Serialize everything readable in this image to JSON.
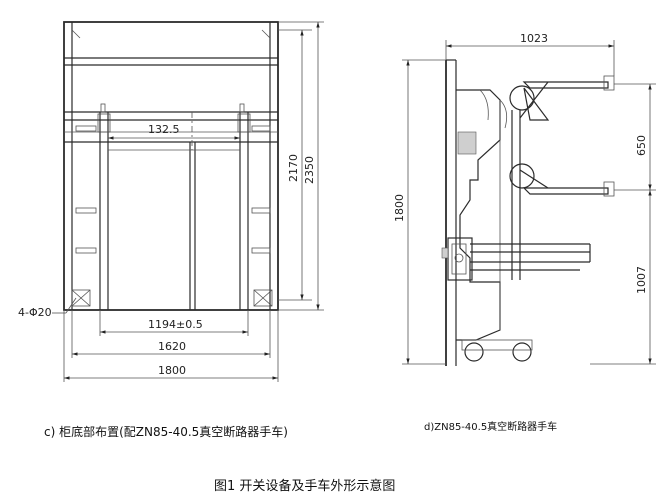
{
  "left_view": {
    "caption": "c) 柜底部布置(配ZN85-40.5真空断路器手车)",
    "dims": {
      "d132": "132.5",
      "d2170": "2170",
      "d2350": "2350",
      "hole": "4-Φ20",
      "d1194": "1194±0.5",
      "d1620": "1620",
      "d1800": "1800"
    }
  },
  "right_view": {
    "caption": "d)ZN85-40.5真空断路器手车",
    "dims": {
      "d1023": "1023",
      "d650": "650",
      "d1800": "1800",
      "d1007": "1007"
    }
  },
  "figure_title": "图1  开关设备及手车外形示意图"
}
